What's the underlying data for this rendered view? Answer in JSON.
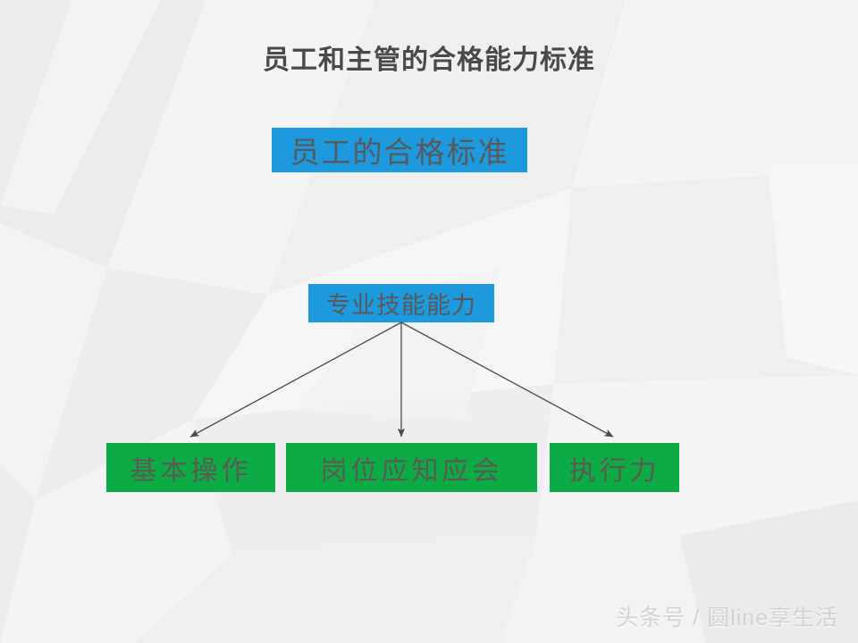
{
  "slide": {
    "title": "员工和主管的合格能力标准",
    "watermark": "头条号 / 圆line享生活",
    "background_color": "#f1f1f1"
  },
  "colors": {
    "blue": "#1d9ade",
    "green": "#0cab46",
    "title_text": "#4a4a4a",
    "blue_box_text": "#58595b",
    "green_box_text": "#5a5a52",
    "arrow": "#4a4a4a",
    "watermark_text": "#d2d2d2"
  },
  "diagram": {
    "top_node": {
      "label": "员工的合格标准",
      "color": "#1d9ade"
    },
    "mid_node": {
      "label": "专业技能能力",
      "color": "#1d9ade"
    },
    "leaf_nodes": [
      {
        "label": "基本操作",
        "color": "#0cab46"
      },
      {
        "label": "岗位应知应会",
        "color": "#0cab46"
      },
      {
        "label": "执行力",
        "color": "#0cab46"
      }
    ],
    "connector_count": 3
  }
}
